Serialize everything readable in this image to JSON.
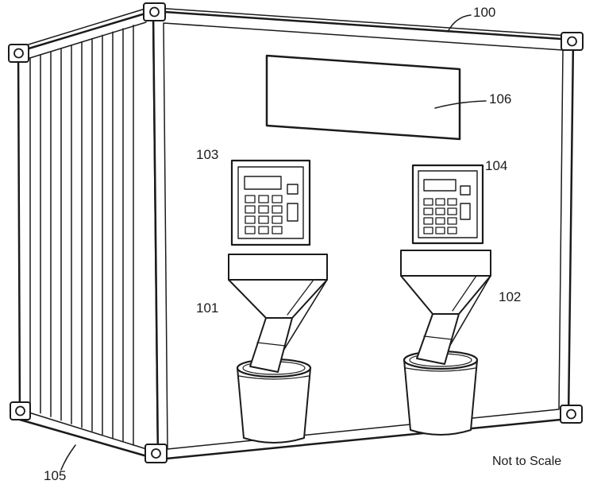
{
  "figure": {
    "note": "Not to Scale",
    "labels": {
      "container": "100",
      "dispenser_left": "101",
      "dispenser_right": "102",
      "keypad_left": "103",
      "keypad_right": "104",
      "base": "105",
      "sign": "106"
    },
    "colors": {
      "line": "#1b1b1b",
      "background": "#ffffff"
    }
  }
}
